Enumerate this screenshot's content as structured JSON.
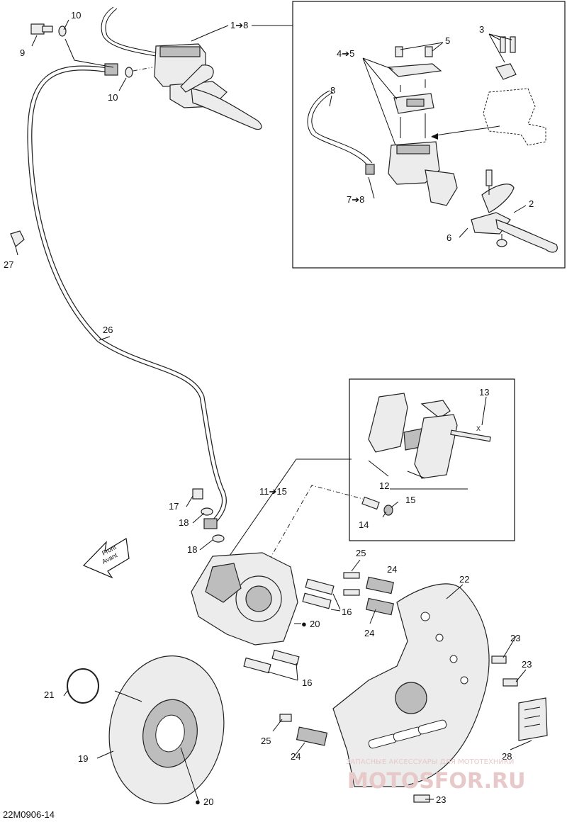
{
  "callouts": {
    "c1_8": "1➔8",
    "c2": "2",
    "c3": "3",
    "c4_5": "4➔5",
    "c5": "5",
    "c6": "6",
    "c7_8": "7➔8",
    "c8": "8",
    "c9": "9",
    "c10a": "10",
    "c10b": "10",
    "c11_15": "11➔15",
    "c12": "12",
    "c13": "13",
    "c14": "14",
    "c15": "15",
    "c16a": "16",
    "c16b": "16",
    "c17": "17",
    "c18a": "18",
    "c18b": "18",
    "c19": "19",
    "c20a": "20",
    "c20b": "20",
    "c21": "21",
    "c22": "22",
    "c23a": "23",
    "c23b": "23",
    "c23c": "23",
    "c24a": "24",
    "c24b": "24",
    "c24c": "24",
    "c25a": "25",
    "c25b": "25",
    "c26": "26",
    "c27": "27",
    "c28": "28"
  },
  "front_arrow": {
    "line1": "Front",
    "line2": "Avant"
  },
  "figure_code": "22M0906-14",
  "watermark": {
    "small": "ЗАПАСНЫЕ АКСЕССУАРЫ ДЛЯ МОТОТЕХНИКИ",
    "big": "MOTOSFOR.RU"
  },
  "pad_label": "X"
}
